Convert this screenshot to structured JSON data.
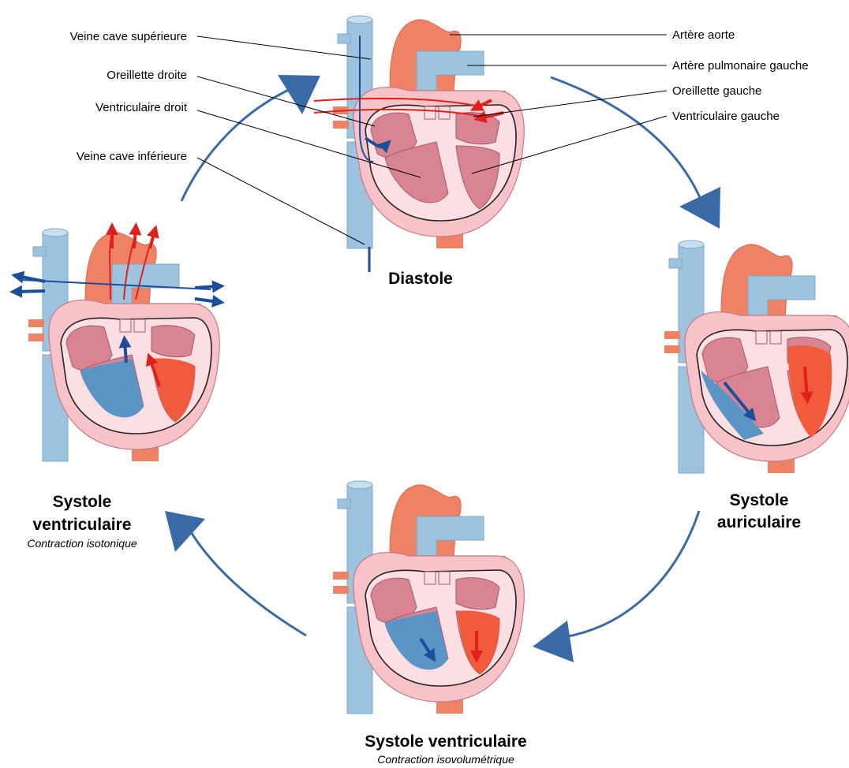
{
  "labels_left": [
    "Veine cave supérieure",
    "Oreillette droite",
    "Ventriculaire droit",
    "Veine cave inférieure"
  ],
  "labels_right": [
    "Artère aorte",
    "Artère pulmonaire gauche",
    "Oreillette gauche",
    "Ventriculaire gauche"
  ],
  "stages": {
    "diastole": {
      "title": "Diastole"
    },
    "systole_auriculaire": {
      "title_line1": "Systole",
      "title_line2": "auriculaire"
    },
    "systole_ventriculaire_iso": {
      "title": "Systole ventriculaire",
      "subtitle": "Contraction isovolumétrique"
    },
    "systole_ventriculaire": {
      "title_line1": "Systole",
      "title_line2": "ventriculaire",
      "subtitle": "Contraction isotonique"
    }
  },
  "colors": {
    "cycle_arrow": "#3a6aa6",
    "vein_blue": "#9ec3de",
    "deoxy_blood": "#5b95c6",
    "aorta": "#ef8264",
    "oxy_blood": "#f25a3c",
    "muscle_outer": "#f7c2c8",
    "muscle_inner": "#d98492",
    "flow_red": "#e0201b",
    "flow_blue": "#1d4e9a"
  }
}
